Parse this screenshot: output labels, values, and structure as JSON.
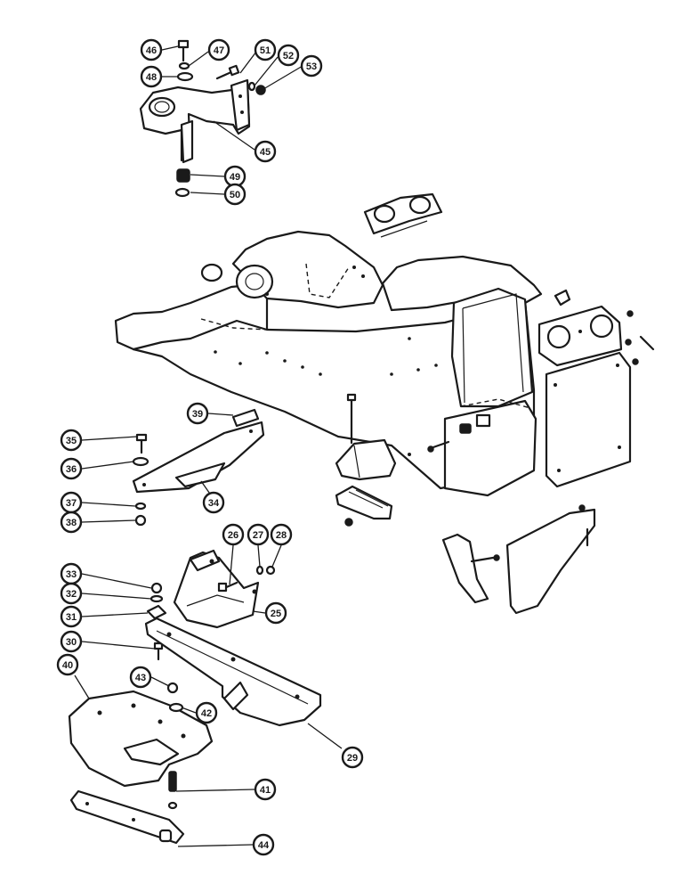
{
  "callouts": [
    {
      "id": "c46",
      "label": "46"
    },
    {
      "id": "c47",
      "label": "47"
    },
    {
      "id": "c48",
      "label": "48"
    },
    {
      "id": "c51",
      "label": "51"
    },
    {
      "id": "c52",
      "label": "52"
    },
    {
      "id": "c53",
      "label": "53"
    },
    {
      "id": "c45",
      "label": "45"
    },
    {
      "id": "c49",
      "label": "49"
    },
    {
      "id": "c50",
      "label": "50"
    },
    {
      "id": "c39",
      "label": "39"
    },
    {
      "id": "c35",
      "label": "35"
    },
    {
      "id": "c36",
      "label": "36"
    },
    {
      "id": "c34",
      "label": "34"
    },
    {
      "id": "c37",
      "label": "37"
    },
    {
      "id": "c38",
      "label": "38"
    },
    {
      "id": "c26",
      "label": "26"
    },
    {
      "id": "c27",
      "label": "27"
    },
    {
      "id": "c28",
      "label": "28"
    },
    {
      "id": "c33",
      "label": "33"
    },
    {
      "id": "c32",
      "label": "32"
    },
    {
      "id": "c25",
      "label": "25"
    },
    {
      "id": "c31",
      "label": "31"
    },
    {
      "id": "c30",
      "label": "30"
    },
    {
      "id": "c40",
      "label": "40"
    },
    {
      "id": "c43",
      "label": "43"
    },
    {
      "id": "c42",
      "label": "42"
    },
    {
      "id": "c29",
      "label": "29"
    },
    {
      "id": "c41",
      "label": "41"
    },
    {
      "id": "c44",
      "label": "44"
    }
  ]
}
